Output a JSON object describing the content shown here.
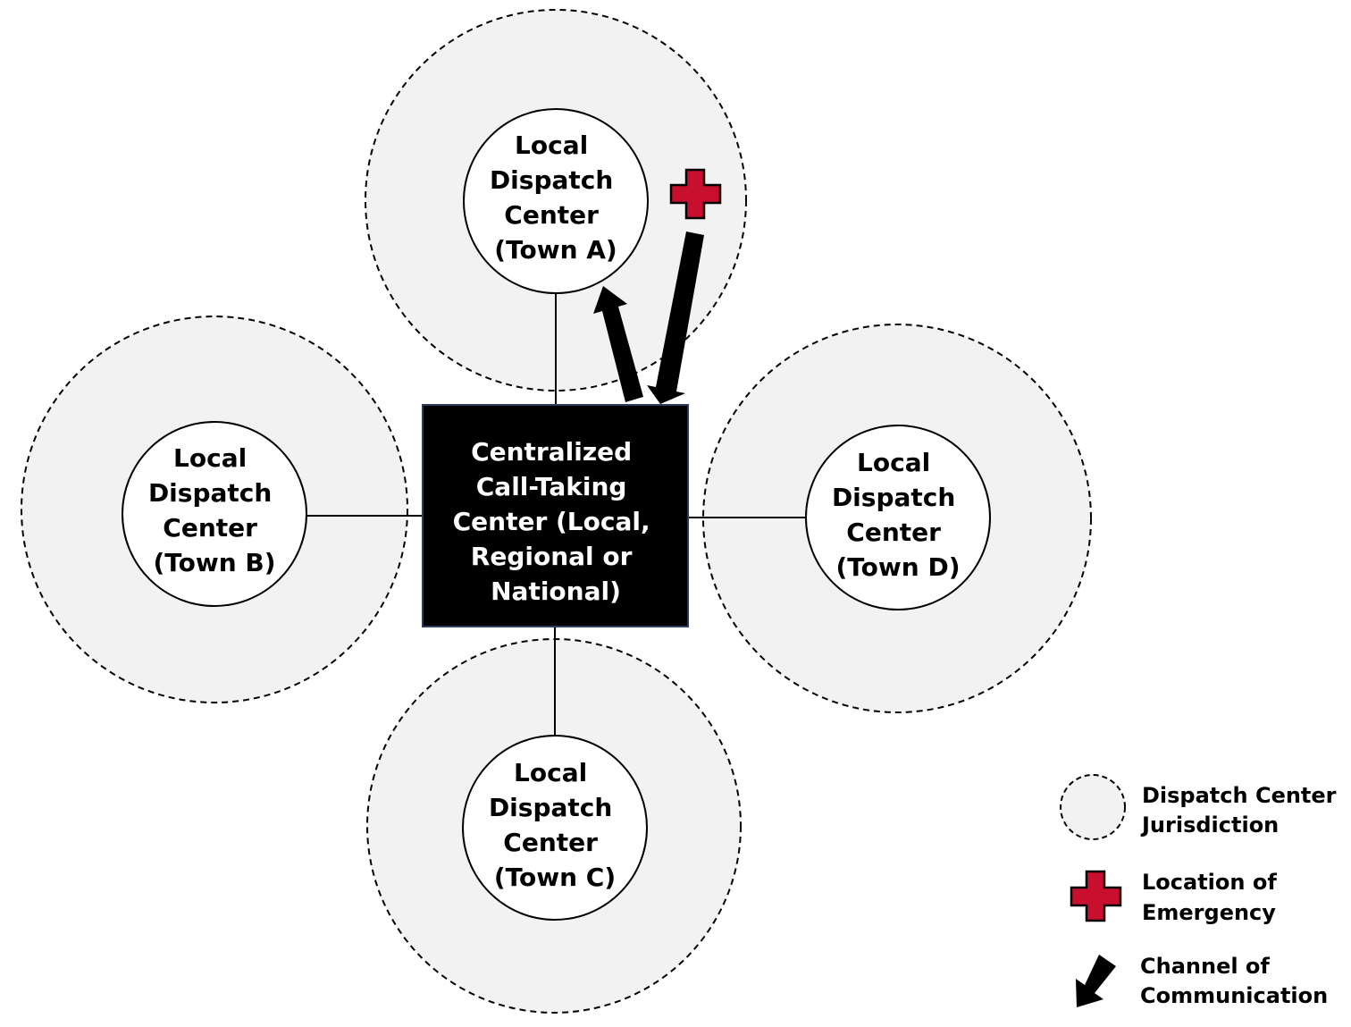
{
  "diagram": {
    "central": {
      "lines": [
        "Centralized",
        "Call-Taking",
        "Center (Local,",
        "Regional or",
        "National)"
      ],
      "fill": "#000000",
      "text_color": "#ffffff"
    },
    "dispatch_centers": [
      {
        "id": "town-a",
        "lines": [
          "Local",
          "Dispatch",
          "Center",
          "(Town A)"
        ]
      },
      {
        "id": "town-b",
        "lines": [
          "Local",
          "Dispatch",
          "Center",
          "(Town B)"
        ]
      },
      {
        "id": "town-c",
        "lines": [
          "Local",
          "Dispatch",
          "Center",
          "(Town C)"
        ]
      },
      {
        "id": "town-d",
        "lines": [
          "Local",
          "Dispatch",
          "Center",
          "(Town D)"
        ]
      }
    ],
    "colors": {
      "jurisdiction_fill": "#f2f2f2",
      "emergency_red": "#c8102e",
      "arrow": "#000000"
    }
  },
  "legend": [
    {
      "symbol": "dashed-circle",
      "lines": [
        "Dispatch Center",
        "Jurisdiction"
      ]
    },
    {
      "symbol": "red-cross",
      "lines": [
        "Location of",
        "Emergency"
      ]
    },
    {
      "symbol": "arrow",
      "lines": [
        "Channel of",
        "Communication"
      ]
    }
  ]
}
